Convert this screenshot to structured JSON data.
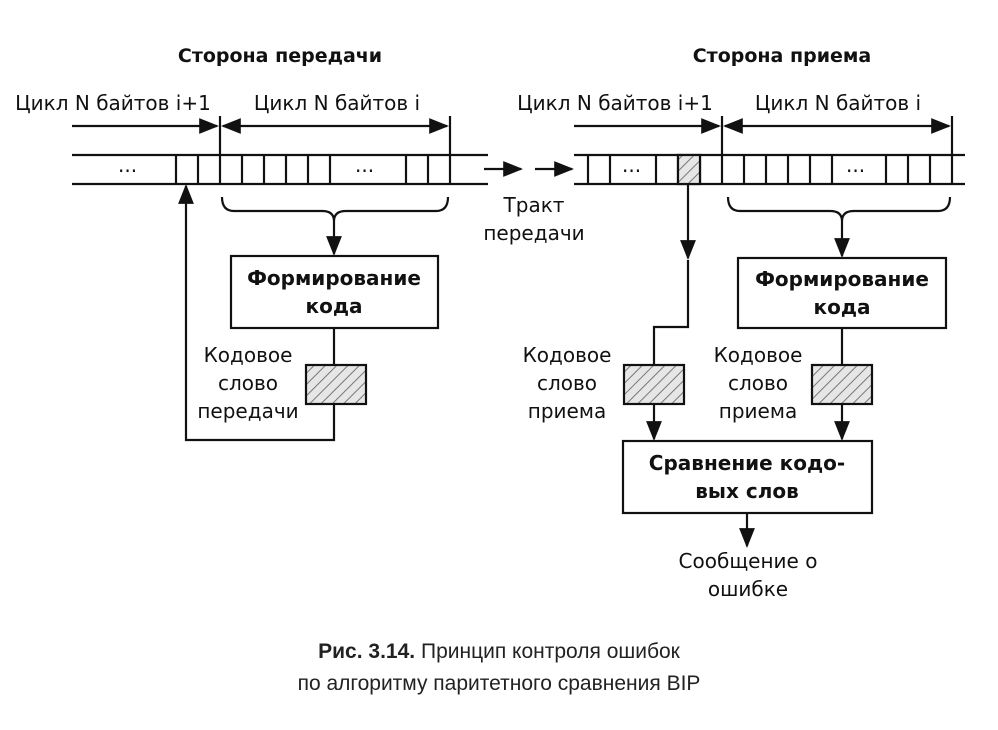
{
  "sides": {
    "transmit": "Сторона передачи",
    "receive": "Сторона приема"
  },
  "cycles": {
    "tx_prev": "Цикл N байтов i+1",
    "tx_cur": "Цикл N байтов i",
    "rx_prev": "Цикл N байтов i+1",
    "rx_cur": "Цикл N байтов i"
  },
  "ellipsis": "...",
  "path_label": [
    "Тракт",
    "передачи"
  ],
  "blocks": {
    "tx_code_form": [
      "Формирование",
      "кода"
    ],
    "rx_code_form": [
      "Формирование",
      "кода"
    ],
    "compare": [
      "Сравнение кодо-",
      "вых слов"
    ]
  },
  "codewords": {
    "tx": [
      "Кодовое",
      "слово",
      "передачи"
    ],
    "rx_received": [
      "Кодовое",
      "слово",
      "приема"
    ],
    "rx_computed": [
      "Кодовое",
      "слово",
      "приема"
    ]
  },
  "error_message": [
    "Сообщение о",
    "ошибке"
  ],
  "caption": {
    "number": "Рис. 3.14.",
    "line1": "Принцип контроля ошибок",
    "line2": "по алгоритму паритетного сравнения BIP"
  }
}
